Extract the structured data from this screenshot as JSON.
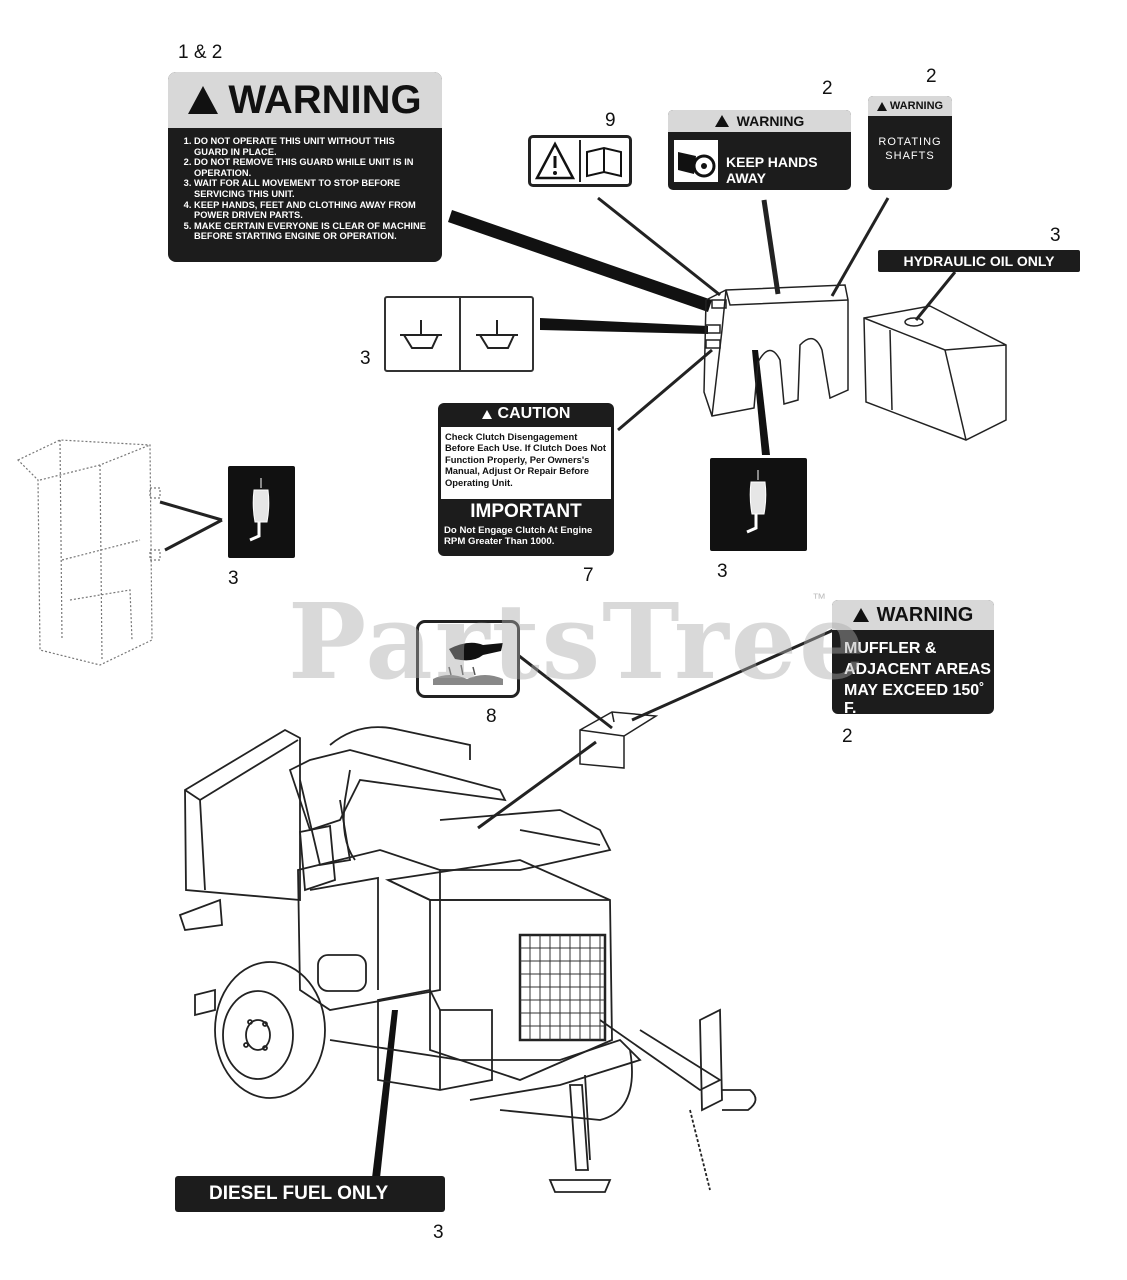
{
  "callouts": {
    "c1": "1 & 2",
    "c2a": "2",
    "c2b": "2",
    "c9": "9",
    "c3_hyd": "3",
    "c3_bracket": "3",
    "c3_left": "3",
    "c7": "7",
    "c3_mid": "3",
    "c2_muffler": "2",
    "c8": "8",
    "c3_diesel": "3"
  },
  "decals": {
    "main_warning": {
      "heading": "WARNING",
      "rules": [
        "DO NOT OPERATE THIS UNIT WITHOUT THIS GUARD IN PLACE.",
        "DO NOT REMOVE THIS GUARD WHILE UNIT IS IN OPERATION.",
        "WAIT FOR ALL MOVEMENT TO STOP BEFORE SERVICING THIS UNIT.",
        "KEEP HANDS, FEET AND CLOTHING AWAY FROM POWER DRIVEN PARTS.",
        "MAKE CERTAIN EVERYONE IS CLEAR OF MACHINE BEFORE STARTING ENGINE OR OPERATION."
      ]
    },
    "keep_hands": {
      "heading": "WARNING",
      "text": "KEEP HANDS AWAY"
    },
    "rotating": {
      "heading": "WARNING",
      "line1": "ROTATING",
      "line2": "SHAFTS"
    },
    "hydraulic": {
      "text": "HYDRAULIC OIL ONLY"
    },
    "caution": {
      "heading": "CAUTION",
      "text": "Check Clutch Disengagement Before Each Use. If Clutch Does Not Function Properly, Per Owners's Manual, Adjust Or Repair Before Operating Unit.",
      "important_heading": "IMPORTANT",
      "important_text": "Do Not Engage Clutch At Engine RPM Greater Than 1000."
    },
    "muffler": {
      "heading": "WARNING",
      "line1": "MUFFLER &",
      "line2": "ADJACENT AREAS",
      "line3": "MAY EXCEED 150˚ F."
    },
    "diesel": {
      "text": "DIESEL FUEL ONLY"
    }
  },
  "watermark": {
    "text": "PartsTree",
    "tm": "™"
  }
}
